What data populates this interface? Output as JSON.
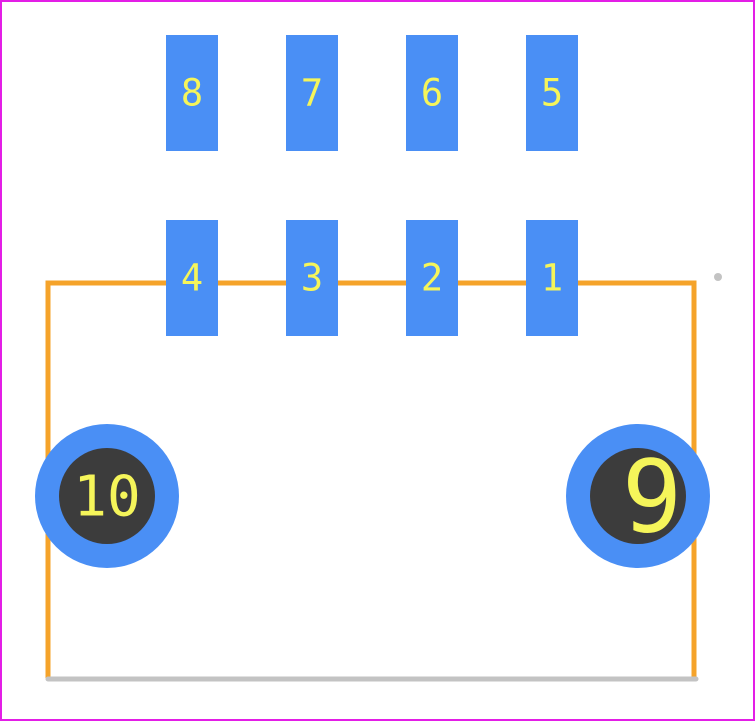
{
  "footprint": {
    "colors": {
      "boundary": "#e31ee6",
      "silkscreen": "#f5a32a",
      "silkscreen_bottom": "#c3c3c3",
      "pad_copper": "#4a8ff5",
      "hole": "#3c3c3c",
      "pad_text": "#f5f55a",
      "pin1_marker": "#c3c3c3"
    },
    "smd_pads": [
      {
        "id": "pad-8",
        "label": "8"
      },
      {
        "id": "pad-7",
        "label": "7"
      },
      {
        "id": "pad-6",
        "label": "6"
      },
      {
        "id": "pad-5",
        "label": "5"
      },
      {
        "id": "pad-4",
        "label": "4"
      },
      {
        "id": "pad-3",
        "label": "3"
      },
      {
        "id": "pad-2",
        "label": "2"
      },
      {
        "id": "pad-1",
        "label": "1"
      }
    ],
    "th_pads": [
      {
        "id": "pad-10",
        "label": "10"
      },
      {
        "id": "pad-9",
        "label": "9"
      }
    ]
  }
}
